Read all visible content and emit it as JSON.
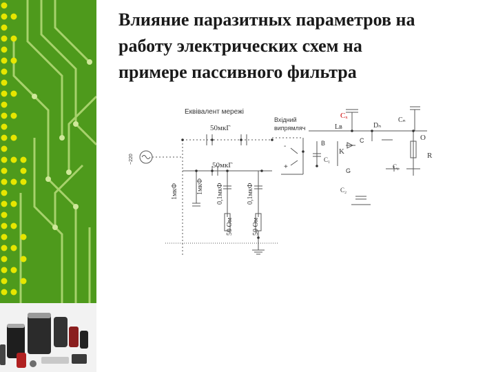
{
  "slide": {
    "title_lines": [
      "Влияние паразитных параметров на",
      "работу электрических схем на",
      "примере пассивного фильтра"
    ]
  },
  "schematic": {
    "network_label": "Еквівалент мережі",
    "rectifier_label_1": "Вхідний",
    "rectifier_label_2": "випрямляч",
    "ac_source_label": "~220",
    "cap_50mkf_top": "50мкГ",
    "cap_50mkf_mid": "50мкГ",
    "cap_1mkf_a": "1мкФ",
    "cap_1mkf_b": "1мкФ",
    "cap_01mkf_a": "0,1мкФ",
    "cap_01mkf_b": "0,1мкФ",
    "res_50_a": "50 Ом",
    "res_50_b": "50 Ом",
    "label_Cx": "Cₓ",
    "label_Lb": "Lв",
    "label_Dn": "Dₙ",
    "label_Cn": "Cₙ",
    "label_B": "B",
    "label_C": "C",
    "label_K": "K",
    "label_C1": "C₁",
    "label_G": "G",
    "label_Cy": "Cᵧ",
    "label_C2": "C₂",
    "label_O": "O",
    "label_R": "R",
    "label_minus": "-",
    "label_plus": "+"
  },
  "colors": {
    "sidebar_green": "#4e9a1c",
    "trace_light": "#b7dc7a",
    "dot_yellow": "#e6e600",
    "cx_red": "#cc0000"
  }
}
